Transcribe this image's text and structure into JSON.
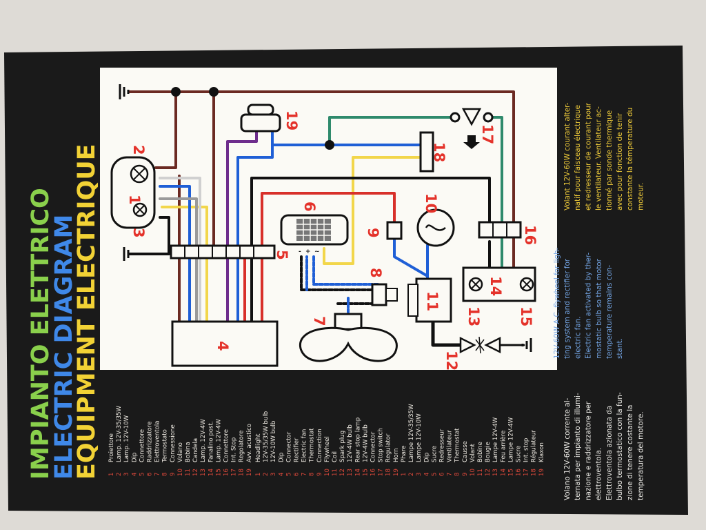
{
  "titles": {
    "italian": "IMPIANTO ELETTRICO",
    "english": "ELECTRIC DIAGRAM",
    "french": "EQUIPMENT ELECTRIQUE"
  },
  "colors": {
    "page_bg": "#dedbd6",
    "frame": "#1a1a1a",
    "diagram_bg": "#fbfaf5",
    "title_green": "#8ad04c",
    "title_blue": "#3f88e8",
    "title_yellow": "#f2d235",
    "number_red": "#e4322a",
    "wire_brown": "#6b2a22",
    "wire_red": "#d8302a",
    "wire_blue": "#1f5fd6",
    "wire_yellow": "#f2d64a",
    "wire_green": "#2f8a6c",
    "wire_violet": "#6e2d8c",
    "wire_black": "#111111",
    "wire_grey": "#9a9a9a"
  },
  "components": {
    "c1": "1",
    "c2": "2",
    "c3": "3",
    "c4": "4",
    "c5": "5",
    "c6": "6",
    "c7": "7",
    "c8": "8",
    "c9": "9",
    "c10": "10",
    "c11": "11",
    "c12": "12",
    "c13": "13",
    "c14": "14",
    "c15": "15",
    "c16": "16",
    "c17": "17",
    "c18": "18",
    "c19": "19"
  },
  "rectifier_terminals": {
    "minus": "-",
    "plus": "+",
    "tilde": "~"
  },
  "legend_numbers": [
    "1",
    "2",
    "3",
    "4",
    "5",
    "6",
    "7",
    "8",
    "9",
    "10",
    "11",
    "12",
    "13",
    "14",
    "15",
    "16",
    "17",
    "18",
    "19"
  ],
  "legend_it": [
    "Proiettore",
    "Lamp. 12V-35/35W",
    "Lamp. 12V-10W",
    "Dip",
    "Connettore",
    "Raddrizzatore",
    "Elettroventola",
    "Termostato",
    "Connessione",
    "Volano",
    "Bobina",
    "Candela",
    "Lamp. 12V-4W",
    "Fanalino post.",
    "Lamp. 12V-4W",
    "Connettore",
    "Int. Stop",
    "Regolatore",
    "Avv. acustico"
  ],
  "legend_en": [
    "Headlight",
    "12V-35/35W bulb",
    "12V-10W bulb",
    "Dip",
    "Connector",
    "Rectifier",
    "Electric fan",
    "Thermostat",
    "Connection",
    "Flywheel",
    "Coil",
    "Spark plug",
    "12V-4W bulb",
    "Rear stop lamp",
    "12V-4W bulb",
    "Connector",
    "Stop switch",
    "Regulator",
    "Horn"
  ],
  "legend_fr": [
    "Phare",
    "Lampe 12V-35/35W",
    "Lampe 12V-10W",
    "Dip",
    "Sucre",
    "Redresseur",
    "Ventilateur",
    "Thermostat",
    "Causse",
    "Volant",
    "Bobine",
    "Bougie",
    "Lampe 12V-4W",
    "Feu arrière",
    "Lampe 12V-4W",
    "Sucre",
    "Int. stop",
    "Régulateur",
    "Klaxon"
  ],
  "text_it": [
    "Volano 12V-60W corrente al-",
    "ternata per impianto di illumi-",
    "nazione e raddrizzatore per",
    "elettroventola.",
    "Elettroventola azionata da",
    "bulbo termostatico con la fun-",
    "zione di tenere costante la",
    "temperatura del motore."
  ],
  "text_en": [
    "12V-60W A.C. flywheel for ligh-",
    "ting system and rectifier for",
    "electric fan.",
    "Electric fan activated by ther-",
    "mostatic bulb so that motor",
    "temperature remains con-",
    "stant."
  ],
  "text_fr": [
    "Volant 12V-60W courant alter-",
    "natif pour faisceau électrique",
    "et redresseur de courant pour",
    "le ventilateur. Ventilateur ac-",
    "tionné par sonde thermique",
    "avec pour fonction de tenir",
    "constante la témperature du",
    "moteur."
  ]
}
